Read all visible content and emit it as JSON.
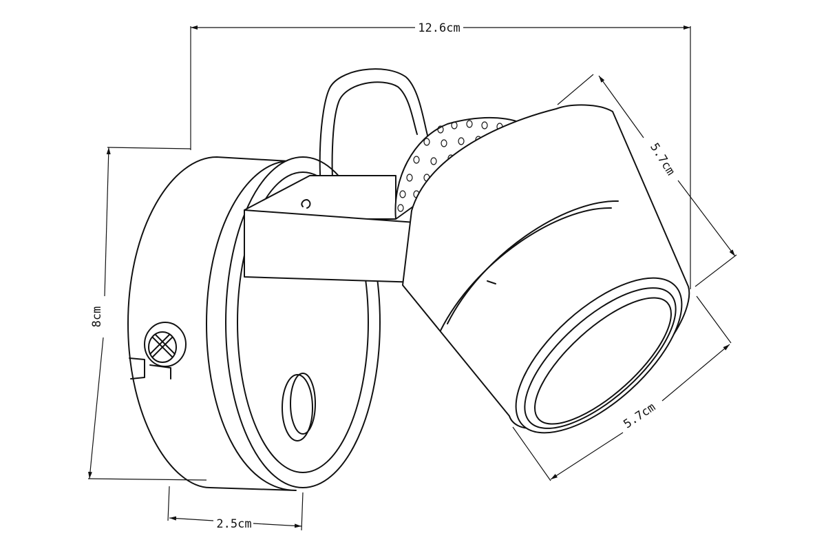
{
  "dimensions": {
    "width": "12.6cm",
    "height": "8cm",
    "depth": "2.5cm",
    "shade_length": "5.7cm",
    "shade_diameter": "5.7cm"
  },
  "colors": {
    "line": "#111111",
    "background": "#ffffff"
  },
  "icons": [
    "phillips-screw-icon",
    "adjustment-knob-icon"
  ]
}
